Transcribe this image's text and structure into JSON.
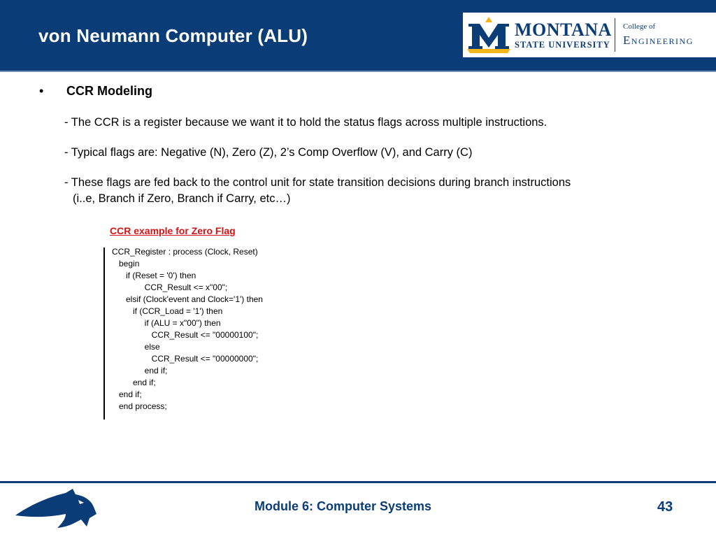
{
  "header": {
    "title": "von Neumann Computer (ALU)",
    "logo": {
      "name": "MONTANA",
      "subtitle": "STATE UNIVERSITY",
      "college_of": "College of",
      "college": "Engineering",
      "colors": {
        "blue": "#0a3d78",
        "gold": "#f2b51c"
      }
    }
  },
  "body": {
    "bullet": "•",
    "heading": "CCR Modeling",
    "paragraphs": [
      "- The CCR is a register because we want it to hold the status flags across multiple instructions.",
      "- Typical flags are: Negative (N),  Zero (Z), 2’s Comp Overflow (V), and Carry (C)",
      "- These flags are fed back to the control unit for state transition decisions during branch instructions",
      "(i..e, Branch if Zero, Branch if Carry, etc…)"
    ],
    "example_title": "CCR  example for Zero Flag",
    "code_lines": [
      "CCR_Register : process (Clock, Reset)",
      "   begin",
      "      if (Reset = '0') then",
      "              CCR_Result <= x\"00\";",
      "      elsif (Clock'event and Clock='1') then",
      "         if (CCR_Load = '1') then",
      "              if (ALU = x\"00\") then",
      "                 CCR_Result <= \"00000100\";",
      "              else",
      "                 CCR_Result <= \"00000000\";",
      "              end if;",
      "         end if;",
      "   end if;",
      "   end process;"
    ]
  },
  "footer": {
    "module": "Module 6: Computer Systems",
    "page": "43",
    "mascot_icon": "bobcat-icon"
  }
}
